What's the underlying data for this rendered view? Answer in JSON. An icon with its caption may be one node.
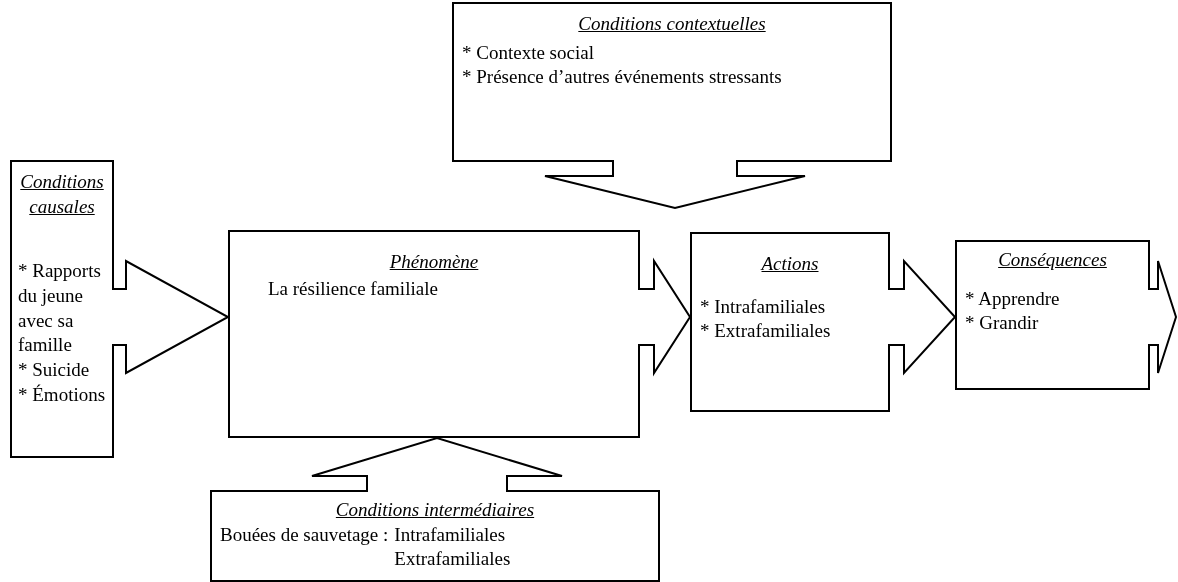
{
  "diagram": {
    "nodes": [
      {
        "text": [
          "Conditions causales",
          "* Rapports du jeune avec sa famille",
          "* Suicide",
          "* Émotions"
        ]
      },
      {
        "text": [
          "Conditions contextuelles",
          "* Contexte social",
          "* Présence d’autres événements stressants"
        ]
      },
      {
        "text": [
          "Phénomène",
          "La résilience familiale"
        ]
      },
      {
        "text": [
          "Actions",
          "* Intrafamiliales",
          "* Extrafamiliales"
        ]
      },
      {
        "text": [
          "Conséquences",
          "* Apprendre",
          "* Grandir"
        ]
      },
      {
        "text": [
          "Conditions intermédiaires",
          "Bouées de sauvetage :",
          "Intrafamiliales",
          "Extrafamiliales"
        ]
      }
    ],
    "edges": [
      {
        "from": 0,
        "to": 2,
        "arrow": "to"
      },
      {
        "from": 1,
        "to": null,
        "arrow": "to"
      },
      {
        "from": 5,
        "to": 2,
        "arrow": "to"
      },
      {
        "from": 2,
        "to": 3,
        "arrow": "to"
      },
      {
        "from": 3,
        "to": 4,
        "arrow": "to"
      },
      {
        "from": 4,
        "to": null,
        "arrow": "to"
      }
    ]
  }
}
